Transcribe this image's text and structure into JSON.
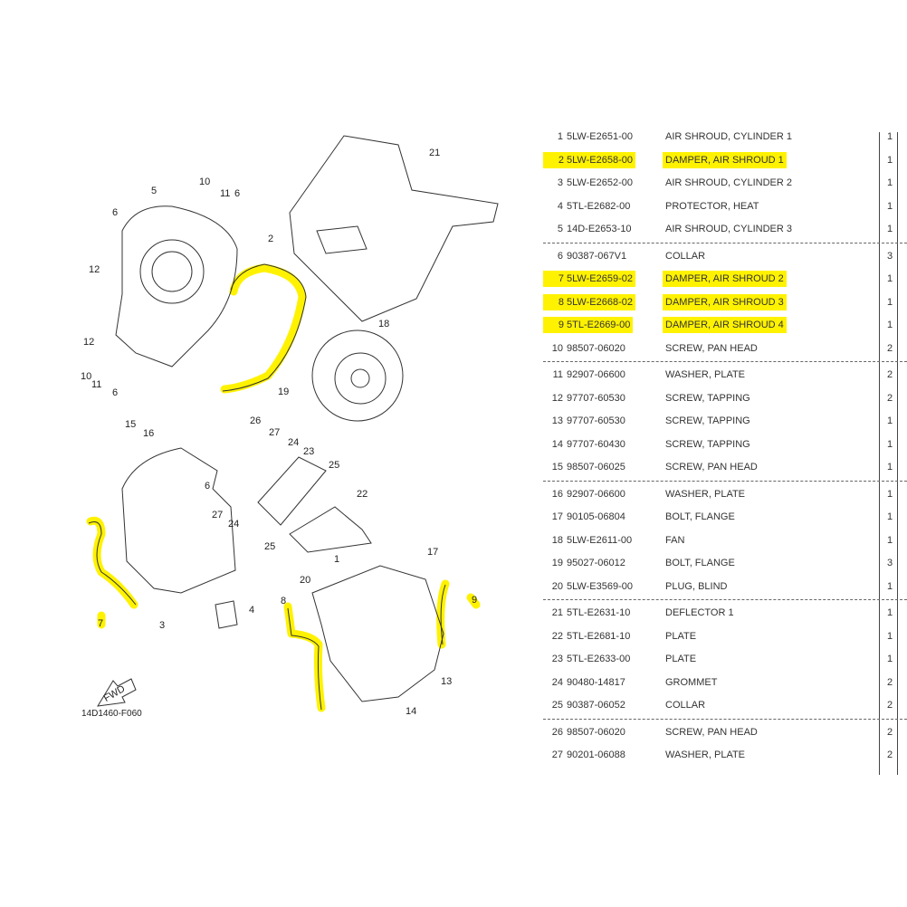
{
  "diagram": {
    "reference": "14D1460-F060",
    "fwd_label": "FWD",
    "highlight_color": "#fff200",
    "callouts": [
      "21",
      "10",
      "11",
      "6",
      "5",
      "6",
      "12",
      "2",
      "12",
      "18",
      "10",
      "11",
      "6",
      "19",
      "26",
      "27",
      "24",
      "15",
      "16",
      "23",
      "25",
      "22",
      "6",
      "27",
      "24",
      "25",
      "1",
      "17",
      "20",
      "9",
      "7",
      "3",
      "4",
      "8",
      "13",
      "14"
    ]
  },
  "parts_table": {
    "rows": [
      {
        "no": "1",
        "part": "5LW-E2651-00",
        "desc": "AIR SHROUD, CYLINDER 1",
        "qty": "1",
        "highlighted": false
      },
      {
        "no": "2",
        "part": "5LW-E2658-00",
        "desc": "DAMPER, AIR SHROUD 1",
        "qty": "1",
        "highlighted": true
      },
      {
        "no": "3",
        "part": "5LW-E2652-00",
        "desc": "AIR SHROUD, CYLINDER 2",
        "qty": "1",
        "highlighted": false
      },
      {
        "no": "4",
        "part": "5TL-E2682-00",
        "desc": "PROTECTOR, HEAT",
        "qty": "1",
        "highlighted": false
      },
      {
        "no": "5",
        "part": "14D-E2653-10",
        "desc": "AIR SHROUD, CYLINDER 3",
        "qty": "1",
        "highlighted": false
      },
      {
        "no": "6",
        "part": "90387-067V1",
        "desc": "COLLAR",
        "qty": "3",
        "highlighted": false
      },
      {
        "no": "7",
        "part": "5LW-E2659-02",
        "desc": "DAMPER, AIR SHROUD 2",
        "qty": "1",
        "highlighted": true
      },
      {
        "no": "8",
        "part": "5LW-E2668-02",
        "desc": "DAMPER, AIR SHROUD 3",
        "qty": "1",
        "highlighted": true
      },
      {
        "no": "9",
        "part": "5TL-E2669-00",
        "desc": "DAMPER, AIR SHROUD 4",
        "qty": "1",
        "highlighted": true
      },
      {
        "no": "10",
        "part": "98507-06020",
        "desc": "SCREW, PAN HEAD",
        "qty": "2",
        "highlighted": false
      },
      {
        "no": "11",
        "part": "92907-06600",
        "desc": "WASHER, PLATE",
        "qty": "2",
        "highlighted": false
      },
      {
        "no": "12",
        "part": "97707-60530",
        "desc": "SCREW, TAPPING",
        "qty": "2",
        "highlighted": false
      },
      {
        "no": "13",
        "part": "97707-60530",
        "desc": "SCREW, TAPPING",
        "qty": "1",
        "highlighted": false
      },
      {
        "no": "14",
        "part": "97707-60430",
        "desc": "SCREW, TAPPING",
        "qty": "1",
        "highlighted": false
      },
      {
        "no": "15",
        "part": "98507-06025",
        "desc": "SCREW, PAN HEAD",
        "qty": "1",
        "highlighted": false
      },
      {
        "no": "16",
        "part": "92907-06600",
        "desc": "WASHER, PLATE",
        "qty": "1",
        "highlighted": false
      },
      {
        "no": "17",
        "part": "90105-06804",
        "desc": "BOLT, FLANGE",
        "qty": "1",
        "highlighted": false
      },
      {
        "no": "18",
        "part": "5LW-E2611-00",
        "desc": "FAN",
        "qty": "1",
        "highlighted": false
      },
      {
        "no": "19",
        "part": "95027-06012",
        "desc": "BOLT, FLANGE",
        "qty": "3",
        "highlighted": false
      },
      {
        "no": "20",
        "part": "5LW-E3569-00",
        "desc": "PLUG, BLIND",
        "qty": "1",
        "highlighted": false
      },
      {
        "no": "21",
        "part": "5TL-E2631-10",
        "desc": "DEFLECTOR 1",
        "qty": "1",
        "highlighted": false
      },
      {
        "no": "22",
        "part": "5TL-E2681-10",
        "desc": "PLATE",
        "qty": "1",
        "highlighted": false
      },
      {
        "no": "23",
        "part": "5TL-E2633-00",
        "desc": "PLATE",
        "qty": "1",
        "highlighted": false
      },
      {
        "no": "24",
        "part": "90480-14817",
        "desc": "GROMMET",
        "qty": "2",
        "highlighted": false
      },
      {
        "no": "25",
        "part": "90387-06052",
        "desc": "COLLAR",
        "qty": "2",
        "highlighted": false
      },
      {
        "no": "26",
        "part": "98507-06020",
        "desc": "SCREW, PAN HEAD",
        "qty": "2",
        "highlighted": false
      },
      {
        "no": "27",
        "part": "90201-06088",
        "desc": "WASHER, PLATE",
        "qty": "2",
        "highlighted": false
      }
    ]
  }
}
